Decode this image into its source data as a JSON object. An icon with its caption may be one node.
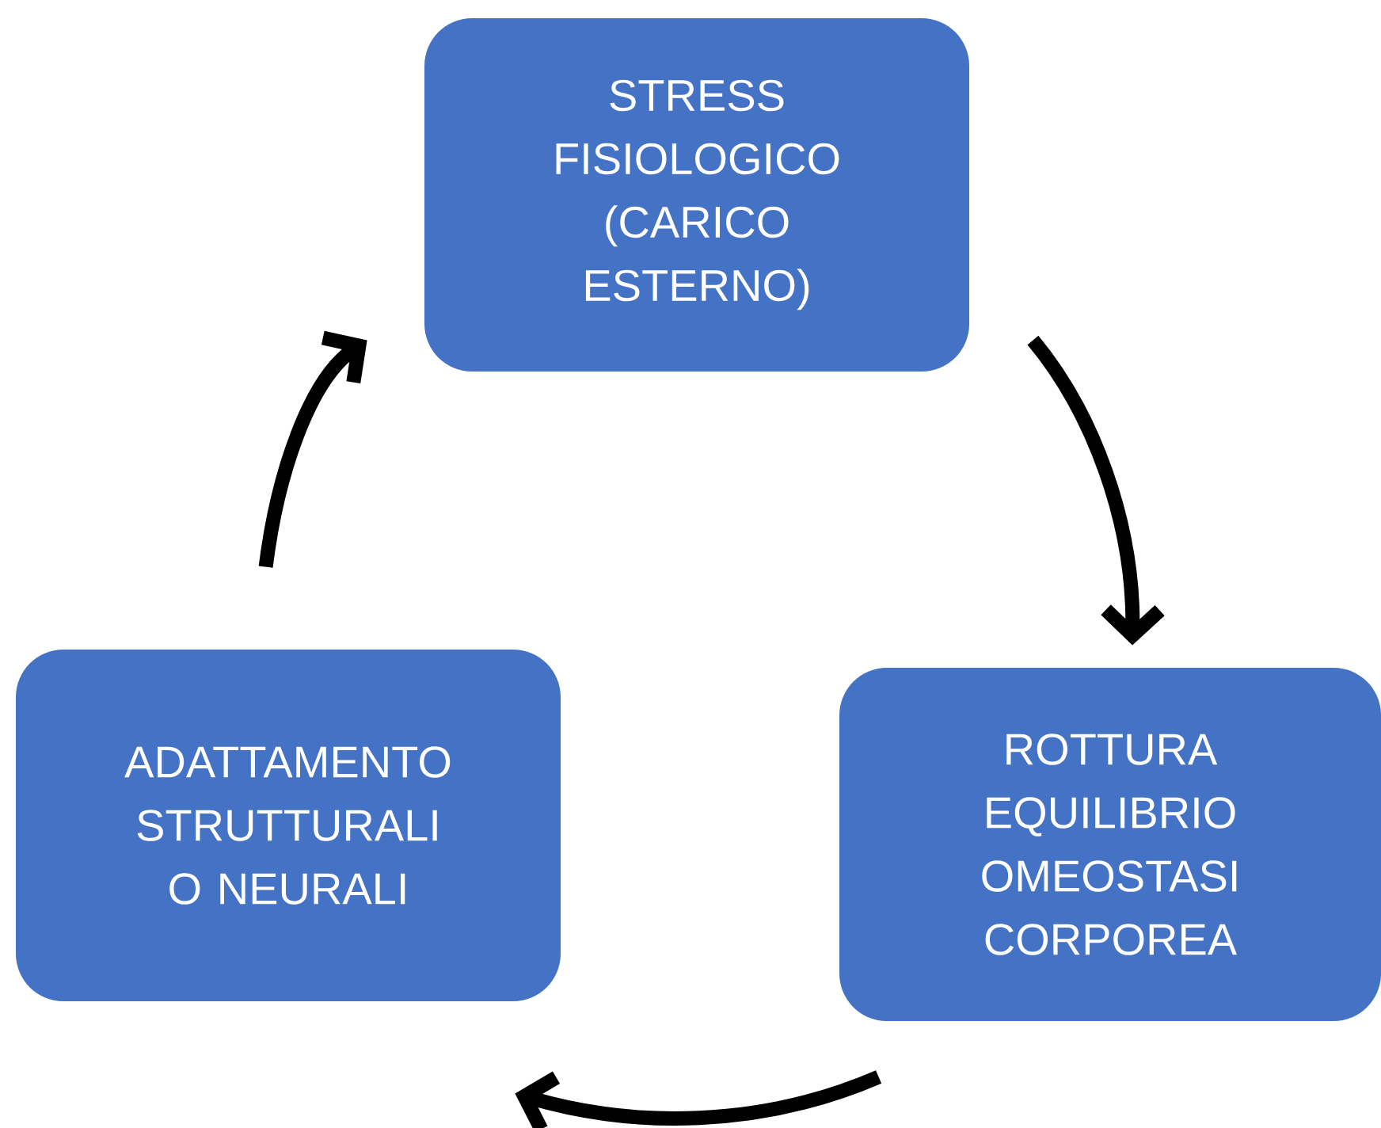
{
  "diagram": {
    "nodes": [
      {
        "text": [
          "STRESS FISIOLOGICO (CARICO ESTERNO)"
        ]
      },
      {
        "text": [
          "ROTTURA EQUILIBRIO OMEOSTASI CORPOREA"
        ]
      },
      {
        "text": [
          "ADATTAMENTO STRUTTURALI O NEURALI"
        ]
      }
    ],
    "edges": [
      {
        "from": 0,
        "to": 1,
        "arrow": "to"
      },
      {
        "from": 1,
        "to": 2,
        "arrow": "to"
      },
      {
        "from": 2,
        "to": 0,
        "arrow": "to"
      }
    ]
  }
}
